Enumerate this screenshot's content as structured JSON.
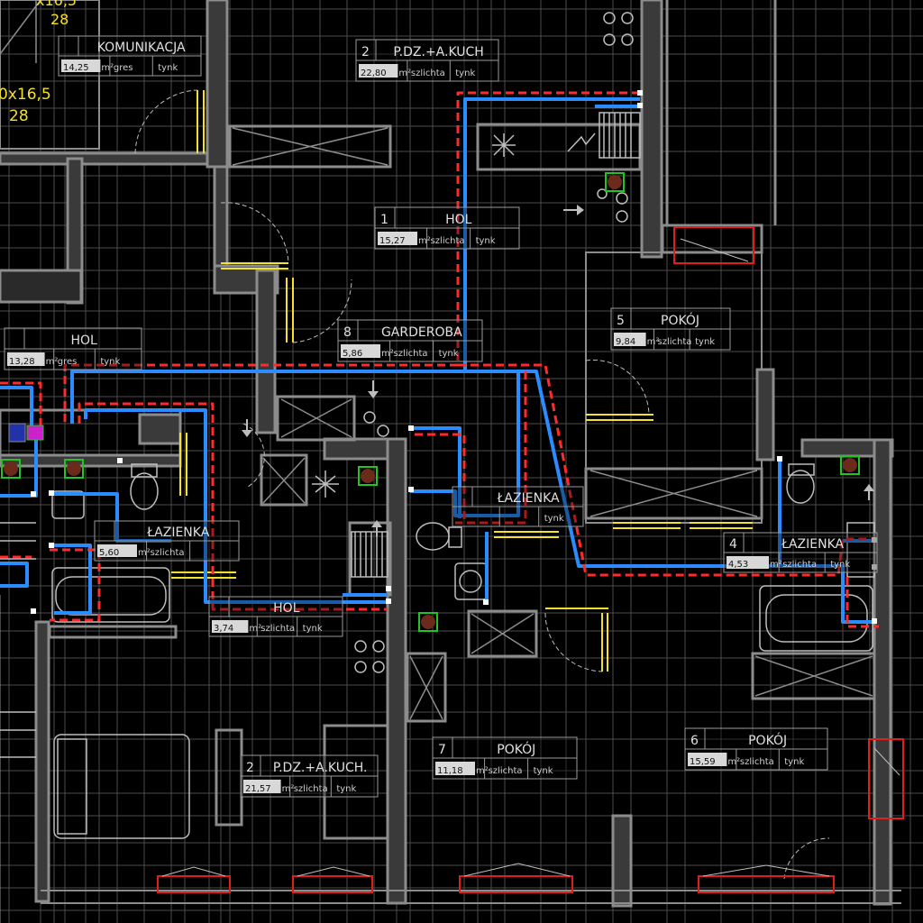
{
  "colors": {
    "background": "#000000",
    "grid": "#5a5a5a",
    "wall": "#8c8c8c",
    "fixture": "#bdbdbd",
    "pipe_supply": "#ff2a2a",
    "pipe_return": "#2a8cff",
    "door": "#f5e02a",
    "window_red": "#e01e1e",
    "riser_fill": "#6b2a1a",
    "riser_box": "#22c422",
    "text": "#e6e6e6"
  },
  "stair": {
    "dim_top": "x16,5",
    "steps_top": "28",
    "dim_mid": "0x16,5",
    "steps_mid": "28"
  },
  "rooms": [
    {
      "id": "komunikacja",
      "num": "",
      "name": "KOMUNIKACJA",
      "area": "14,25",
      "floor": "gres",
      "walls": "tynk"
    },
    {
      "id": "pdz-top",
      "num": "2",
      "name": "P.DZ.+A.KUCH",
      "area": "22,80",
      "floor": "szlichta",
      "walls": "tynk"
    },
    {
      "id": "hol-top",
      "num": "1",
      "name": "HOL",
      "area": "15,27",
      "floor": "szlichta",
      "walls": "tynk"
    },
    {
      "id": "garderoba",
      "num": "8",
      "name": "GARDEROBA",
      "area": "5,86",
      "floor": "szlichta",
      "walls": "tynk"
    },
    {
      "id": "pokoj-5",
      "num": "5",
      "name": "POKÓJ",
      "area": "9,84",
      "floor": "szlichta",
      "walls": "tynk"
    },
    {
      "id": "hol-left",
      "num": "",
      "name": "HOL",
      "area": "13,28",
      "floor": "gres",
      "walls": "tynk"
    },
    {
      "id": "lazienka-mid",
      "num": "",
      "name": "ŁAZIENKA",
      "area": "",
      "floor": "",
      "walls": "tynk"
    },
    {
      "id": "lazienka-left",
      "num": "",
      "name": "ŁAZIENKA",
      "area": "5,60",
      "floor": "szlichta",
      "walls": ""
    },
    {
      "id": "lazienka-right",
      "num": "4",
      "name": "ŁAZIENKA",
      "area": "4,53",
      "floor": "szlichta",
      "walls": "tynk"
    },
    {
      "id": "hol-bottom",
      "num": "",
      "name": "HOL",
      "area": "3,74",
      "floor": "szlichta",
      "walls": "tynk"
    },
    {
      "id": "pdz-bottom",
      "num": "2",
      "name": "P.DZ.+A.KUCH.",
      "area": "21,57",
      "floor": "szlichta",
      "walls": "tynk"
    },
    {
      "id": "pokoj-7",
      "num": "7",
      "name": "POKÓJ",
      "area": "11,18",
      "floor": "szlichta",
      "walls": "tynk"
    },
    {
      "id": "pokoj-6",
      "num": "6",
      "name": "POKÓJ",
      "area": "15,59",
      "floor": "szlichta",
      "walls": "tynk"
    }
  ]
}
